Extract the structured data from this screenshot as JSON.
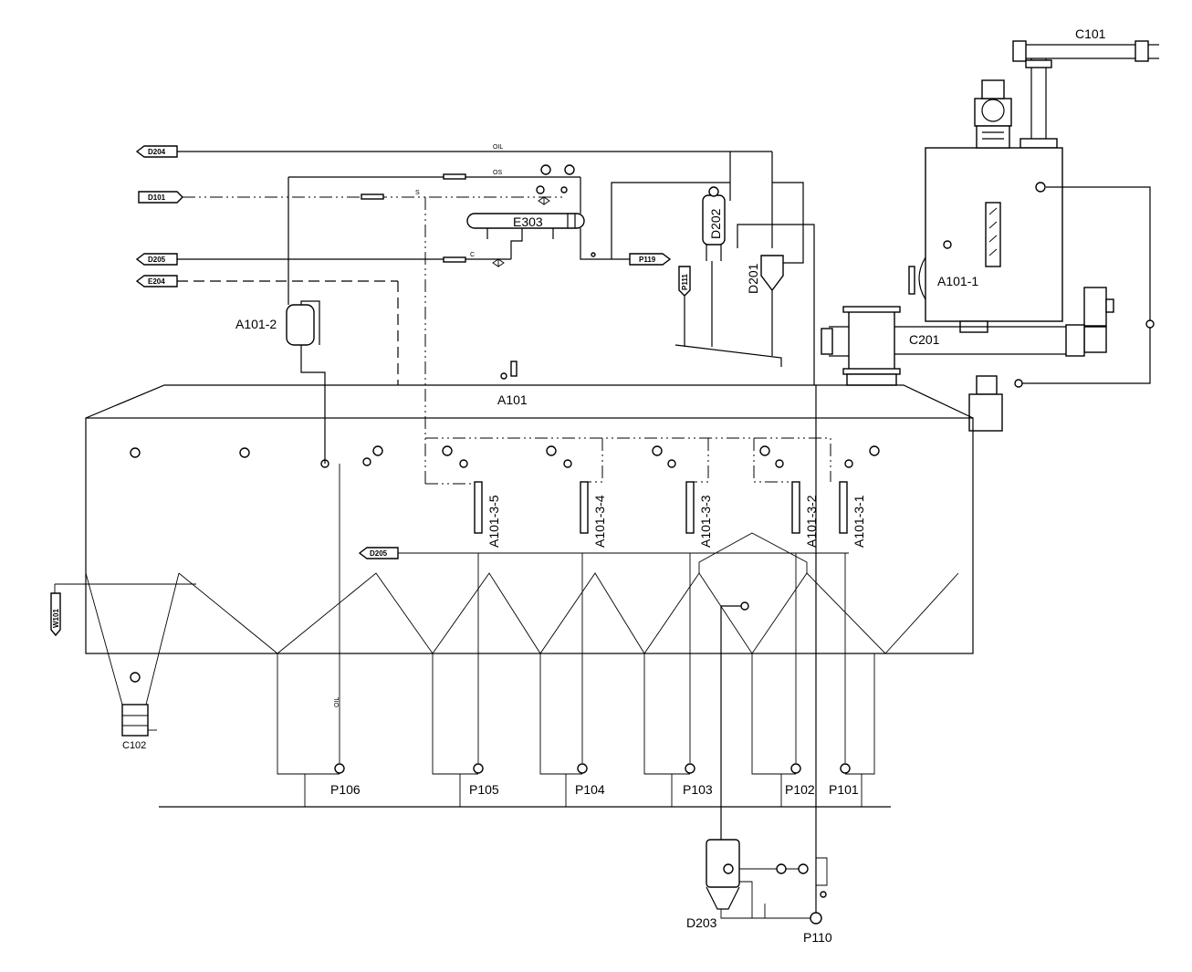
{
  "equipment": {
    "c101": "C101",
    "a101_1": "A101-1",
    "a101_2": "A101-2",
    "a101": "A101",
    "c201": "C201",
    "c102": "C102",
    "e303": "E303",
    "d202": "D202",
    "d201": "D201",
    "d203": "D203",
    "p110": "P110"
  },
  "cells": [
    {
      "label": "A101-3-5"
    },
    {
      "label": "A101-3-4"
    },
    {
      "label": "A101-3-3"
    },
    {
      "label": "A101-3-2"
    },
    {
      "label": "A101-3-1"
    }
  ],
  "pumps": [
    {
      "label": "P106"
    },
    {
      "label": "P105"
    },
    {
      "label": "P104"
    },
    {
      "label": "P103"
    },
    {
      "label": "P102"
    },
    {
      "label": "P101"
    }
  ],
  "connectors": {
    "d204": "D204",
    "d101": "D101",
    "d205_top": "D205",
    "e204": "E204",
    "p119": "P119",
    "p111": "P111",
    "d205_mid": "D205",
    "w101": "W101"
  },
  "line_labels": {
    "oil_top": "OIL",
    "os": "OS",
    "s": "S",
    "c": "C",
    "oil_vertical": "OIL"
  }
}
